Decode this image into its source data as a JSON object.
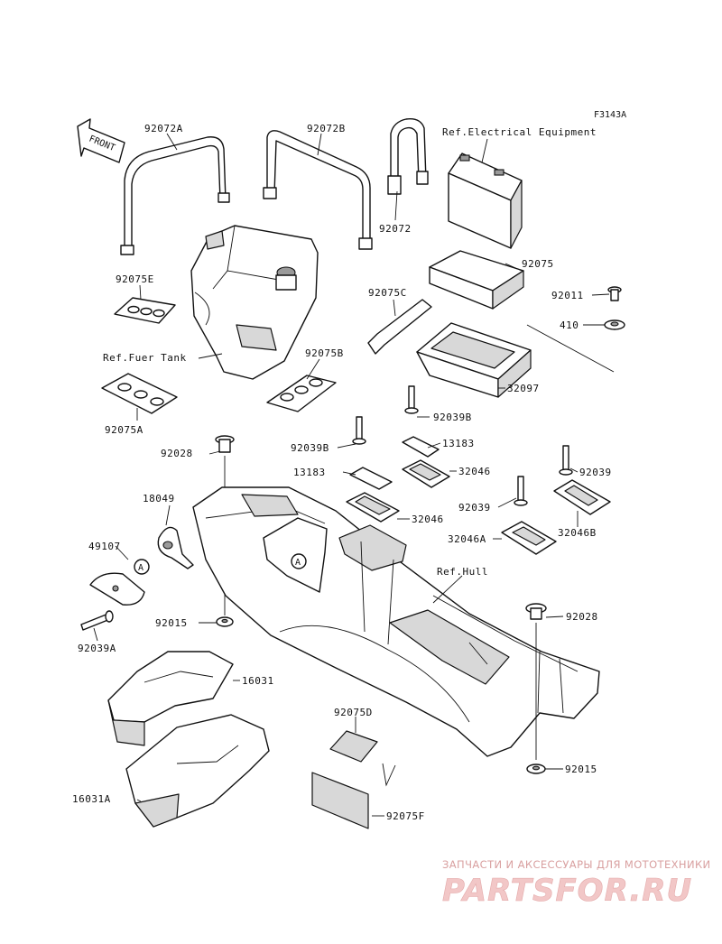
{
  "diagram": {
    "code": "F3143A",
    "front_label": "FRONT",
    "circle_marker": "A"
  },
  "parts": {
    "p92072A": "92072A",
    "p92072B": "92072B",
    "p92072": "92072",
    "ref_electrical": "Ref.Electrical Equipment",
    "p92075E": "92075E",
    "p92075": "92075",
    "p92075C": "92075C",
    "p92011": "92011",
    "p410": "410",
    "ref_fuel_tank": "Ref.Fuer Tank",
    "p92075B": "92075B",
    "p32097": "32097",
    "p92075A": "92075A",
    "p92039B_1": "92039B",
    "p92039B_2": "92039B",
    "p13183_1": "13183",
    "p13183_2": "13183",
    "p32046_1": "32046",
    "p32046_2": "32046",
    "p92028_1": "92028",
    "p92028_2": "92028",
    "p92039_1": "92039",
    "p92039_2": "92039",
    "p18049": "18049",
    "p32046B": "32046B",
    "p32046A": "32046A",
    "p49107": "49107",
    "ref_hull": "Ref.Hull",
    "p92015_1": "92015",
    "p92015_2": "92015",
    "p92039A": "92039A",
    "p16031": "16031",
    "p92075D": "92075D",
    "p16031A": "16031A",
    "p92075F": "92075F"
  },
  "watermark": {
    "tagline": "ЗАПЧАСТИ И АКСЕССУАРЫ ДЛЯ МОТОТЕХНИКИ",
    "brand": "PARTSFOR.RU"
  }
}
